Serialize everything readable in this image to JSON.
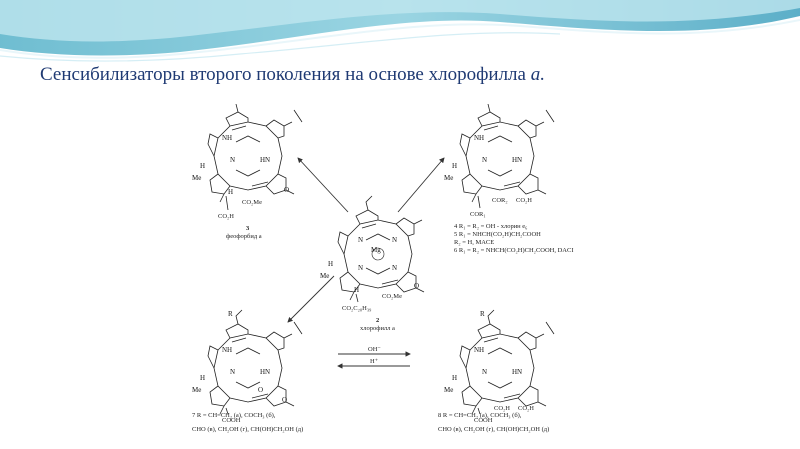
{
  "slide": {
    "title": "Сенсибилизаторы второго поколения на основе хлорофилла",
    "title_italic": "a."
  },
  "figure": {
    "compound1": {
      "number": "3",
      "name": "феофорбид a",
      "substituent": "CO₂H",
      "ester": "CO₂Me"
    },
    "compound2": {
      "number": "4",
      "formula_lines": [
        "4 R₁ = R₂ = OH - хлорин e₆",
        "5 R₁ = NHCH(CO₂H)CH₂COOH",
        "R₂ = H, MACE",
        "6 R₁ = R₂ = NHCH(CO₂H)CH₂COOH, DACI"
      ],
      "substituents": [
        "COR₁",
        "COR₂",
        "CO₂H"
      ]
    },
    "center": {
      "number": "2",
      "name": "хлорофилл a",
      "metal": "Mg",
      "ester": "CO₂Me",
      "chain": "CO₂C₂₀H₃₉"
    },
    "compound3": {
      "formula_lines": [
        "7 R = CH=CH₂ (a), COCH₃ (б),",
        "CHO (в), CH₂OH (г), CH(OH)CH₂OH (д)"
      ],
      "substituent": "COOH"
    },
    "compound4": {
      "formula_lines": [
        "8 R = CH=CH₂ (a), COCH₃ (б),",
        "CHO (в), CH₂OH (г), CH(OH)CH₂OH (д)"
      ],
      "substituents": [
        "CO₂H",
        "CO₂H",
        "COOH"
      ]
    },
    "arrow_labels": {
      "forward": "OH⁻",
      "back": "H⁺"
    },
    "atoms": {
      "nh": "NH",
      "n": "N",
      "hn": "HN",
      "h": "H",
      "me": "Me",
      "o": "O",
      "r": "R"
    }
  }
}
